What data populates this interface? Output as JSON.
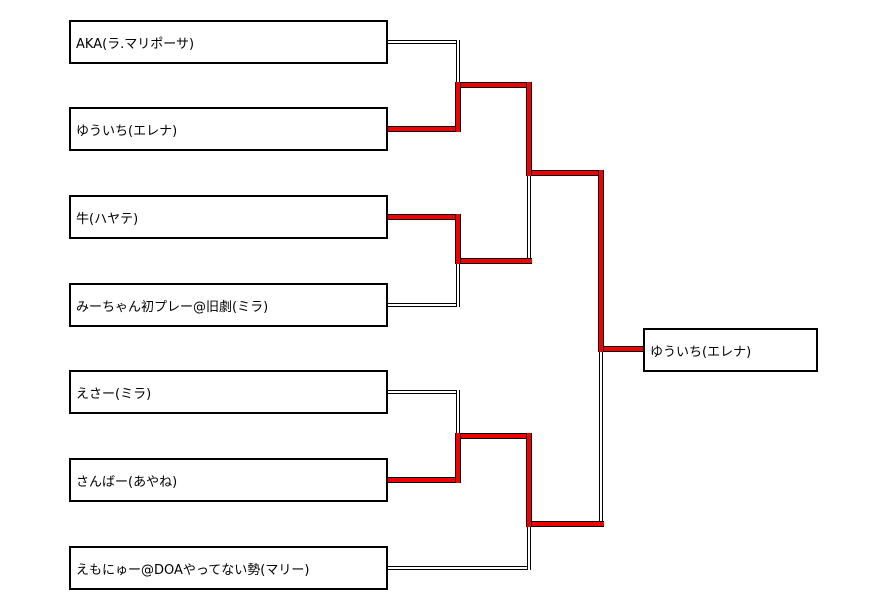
{
  "bracket": {
    "players": [
      {
        "label": "AKA(ラ.マリポーサ)"
      },
      {
        "label": "ゆういち(エレナ)"
      },
      {
        "label": "牛(ハヤテ)"
      },
      {
        "label": "みーちゃん初プレー@旧劇(ミラ)"
      },
      {
        "label": "えさー(ミラ)"
      },
      {
        "label": "さんばー(あやね)"
      },
      {
        "label": "えもにゅー@DOAやってない勢(マリー)"
      }
    ],
    "champion_label": "ゆういち(エレナ)",
    "matches": [
      {
        "round": 1,
        "p1": "AKA(ラ.マリポーサ)",
        "p2": "ゆういち(エレナ)",
        "winner": "ゆういち(エレナ)"
      },
      {
        "round": 1,
        "p1": "牛(ハヤテ)",
        "p2": "みーちゃん初プレー@旧劇(ミラ)",
        "winner": "牛(ハヤテ)"
      },
      {
        "round": 1,
        "p1": "えさー(ミラ)",
        "p2": "さんばー(あやね)",
        "winner": "さんばー(あやね)"
      },
      {
        "round": 2,
        "p1": "ゆういち(エレナ)",
        "p2": "牛(ハヤテ)",
        "winner": "ゆういち(エレナ)"
      },
      {
        "round": 2,
        "p1": "さんばー(あやね)",
        "p2": "えもにゅー@DOAやってない勢(マリー)",
        "winner": "さんばー(あやね)"
      },
      {
        "round": 3,
        "p1": "ゆういち(エレナ)",
        "p2": "さんばー(あやね)",
        "winner": "ゆういち(エレナ)"
      }
    ],
    "colors": {
      "winner_path": "#f20000",
      "bracket_line": "#000000",
      "box_border": "#000000",
      "background": "#ffffff"
    }
  }
}
